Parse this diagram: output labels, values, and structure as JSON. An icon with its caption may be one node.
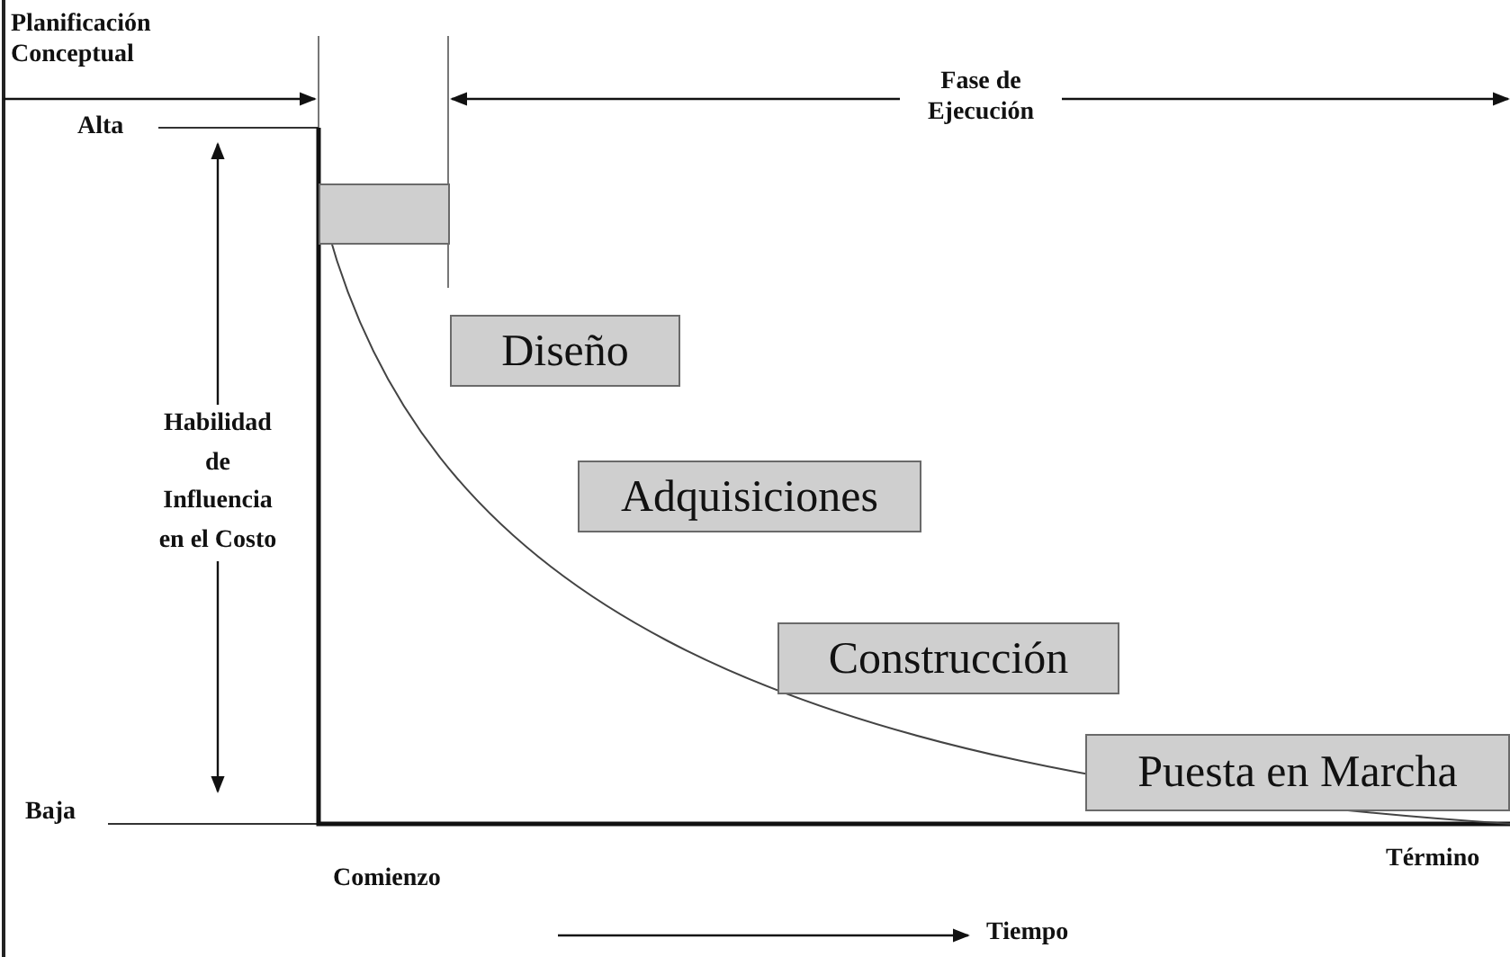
{
  "diagram": {
    "nodes": [
      {
        "text": [],
        "shape": "box"
      },
      {
        "text": [
          "Diseño"
        ]
      },
      {
        "text": [
          "Adquisiciones"
        ]
      },
      {
        "text": [
          "Construcción"
        ]
      },
      {
        "text": [
          "Puesta en Marcha"
        ]
      }
    ],
    "labels": [
      "Planificación Conceptual",
      "Fase de Ejecución",
      "Alta",
      "Habilidad de Influencia en el Costo",
      "Baja",
      "Comienzo",
      "Término",
      "Tiempo"
    ]
  }
}
